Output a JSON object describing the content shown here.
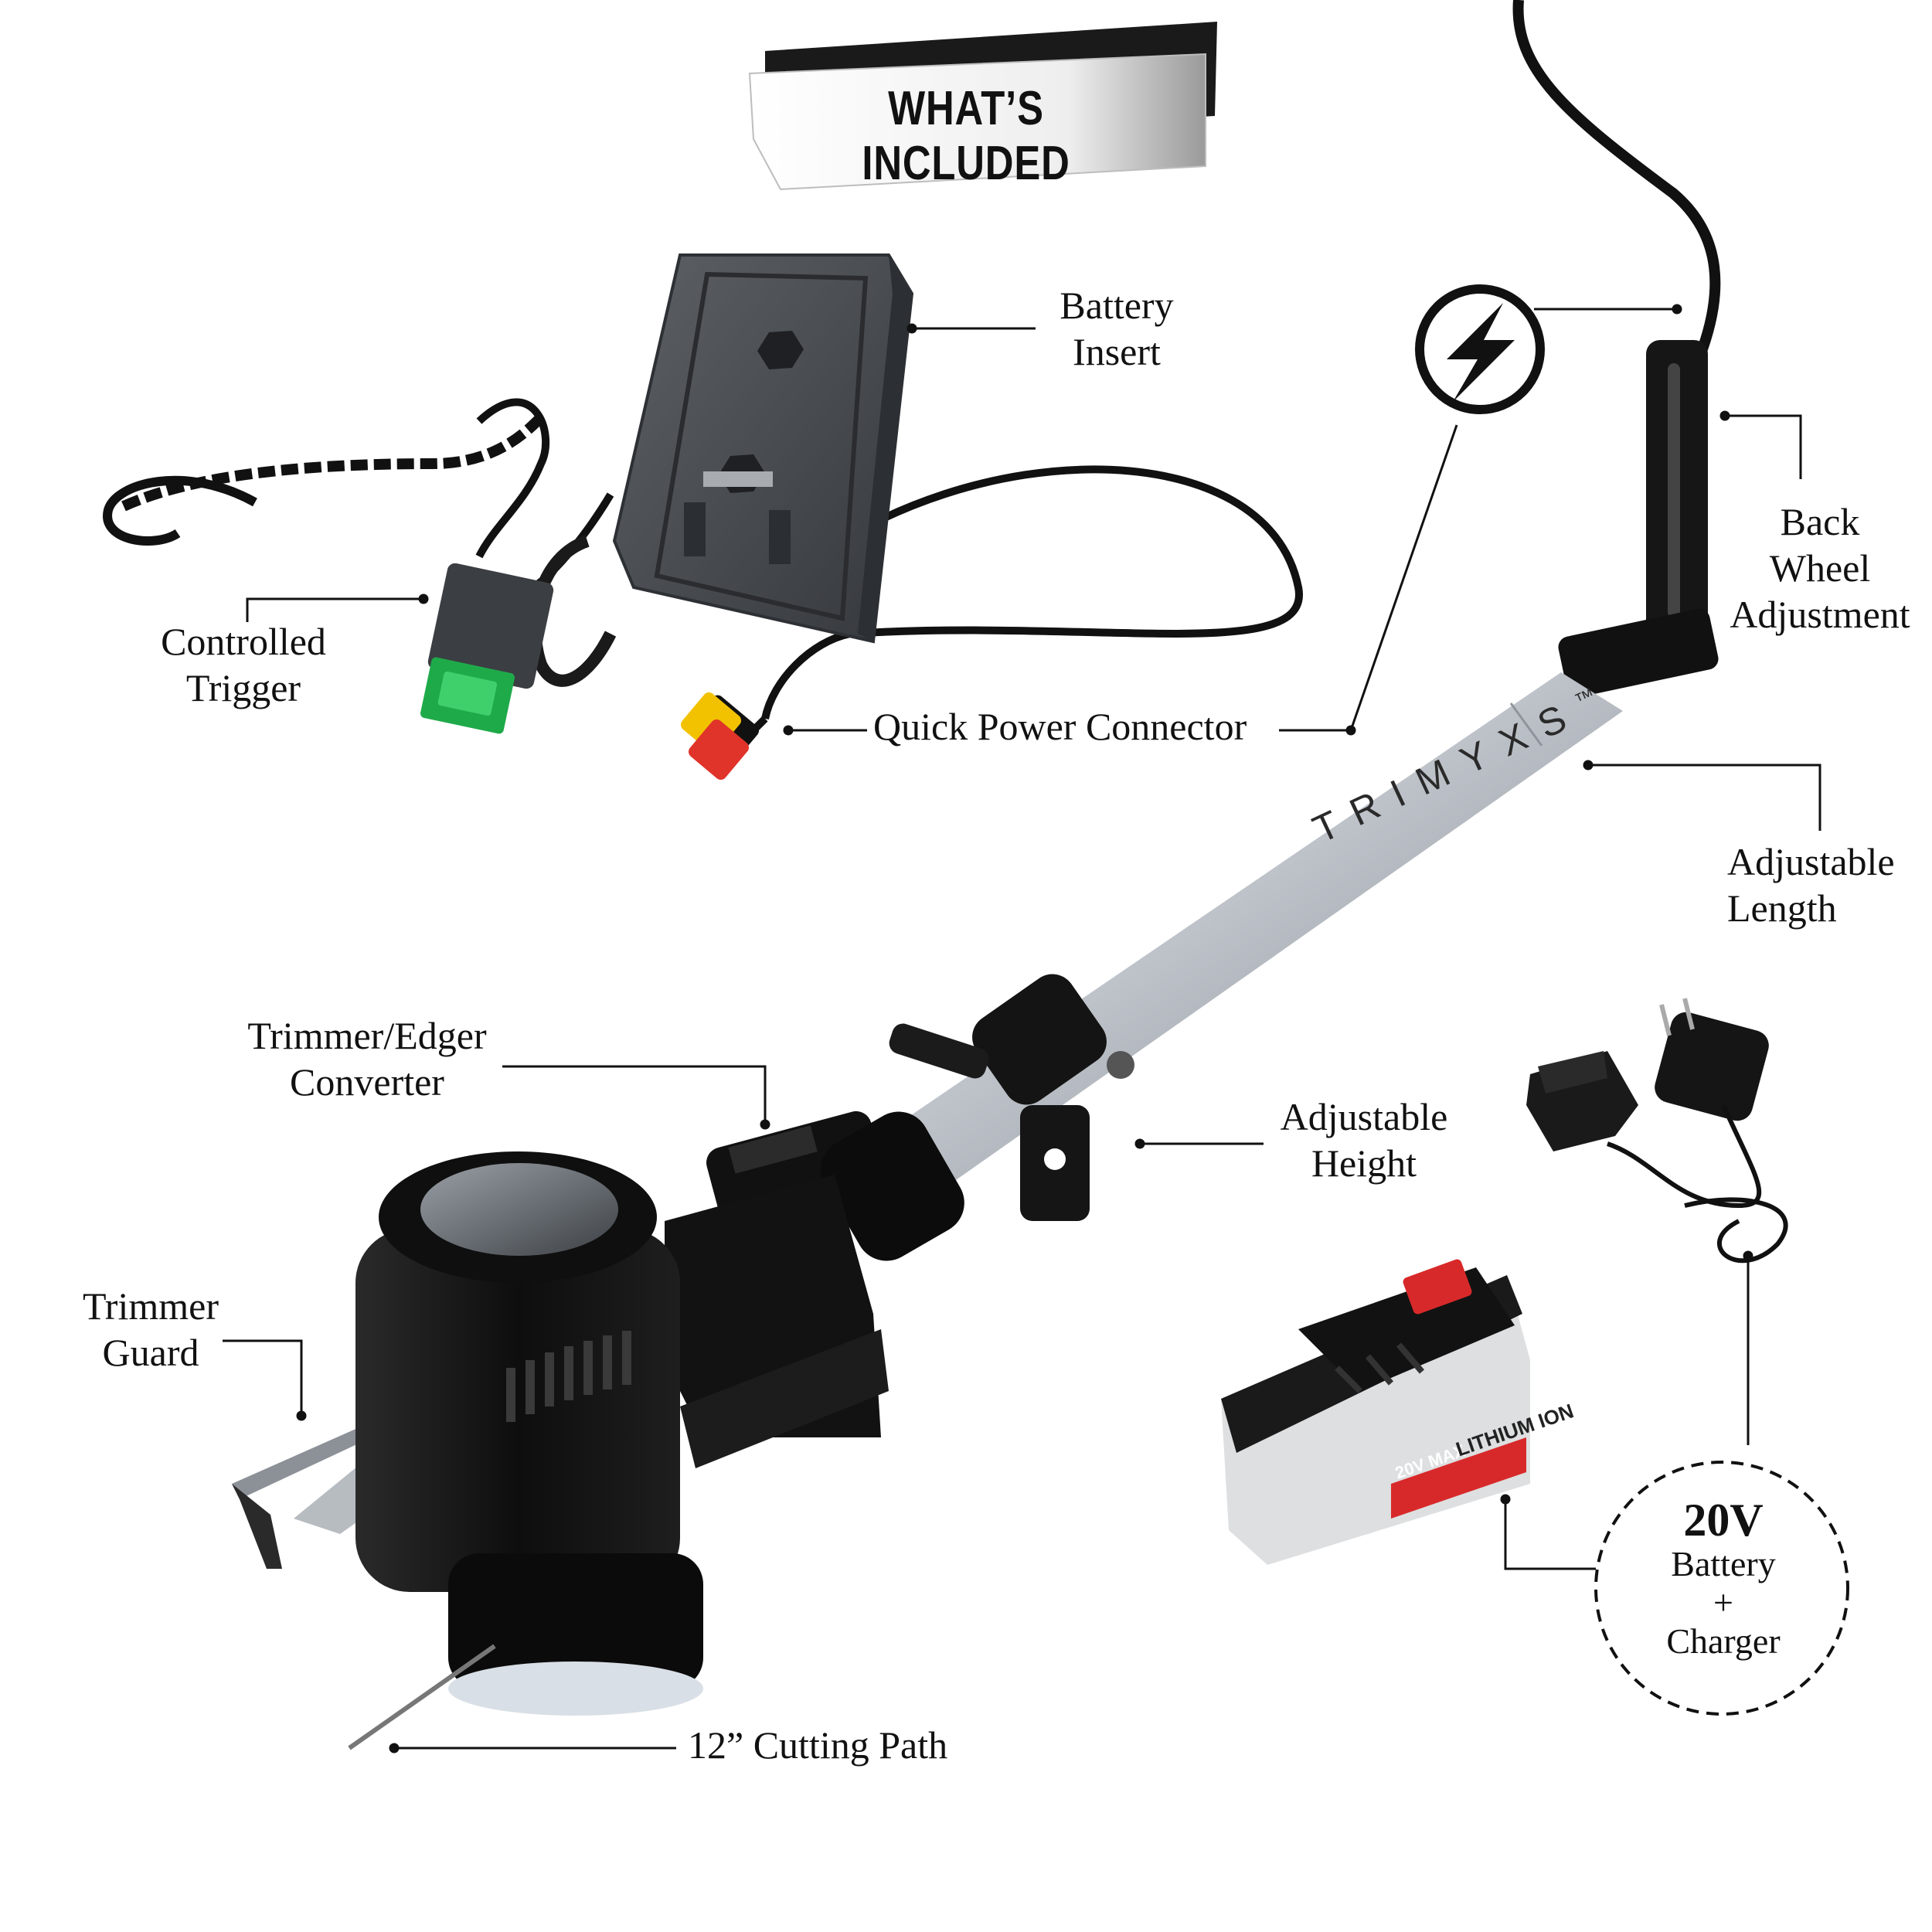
{
  "banner": {
    "title": "WHAT’S INCLUDED"
  },
  "brand": {
    "name": "TRIMYXS",
    "trademark": "™"
  },
  "battery_pack": {
    "voltage_badge": "20V MAX",
    "type_label": "LITHIUM ION"
  },
  "labels": {
    "battery_insert": [
      "Battery",
      "Insert"
    ],
    "controlled_trigger": [
      "Controlled",
      "Trigger"
    ],
    "quick_power_connector": "Quick Power Connector",
    "back_wheel_adjustment": [
      "Back",
      "Wheel",
      "Adjustment"
    ],
    "adjustable_length": [
      "Adjustable",
      "Length"
    ],
    "trimmer_edger_converter": [
      "Trimmer/Edger",
      "Converter"
    ],
    "adjustable_height": [
      "Adjustable",
      "Height"
    ],
    "trimmer_guard": [
      "Trimmer",
      "Guard"
    ],
    "cutting_path": "12” Cutting Path"
  },
  "included_circle": {
    "voltage": "20V",
    "line1": "Battery",
    "line2": "+",
    "line3": "Charger"
  },
  "colors": {
    "pole": "#c9ced4",
    "body": "#141414",
    "insert": "#4a4d52",
    "trigger_led": "#1faa4a",
    "connector": "#e0332a",
    "connector_band": "#f2c200",
    "battery_cap": "#d8292a"
  }
}
